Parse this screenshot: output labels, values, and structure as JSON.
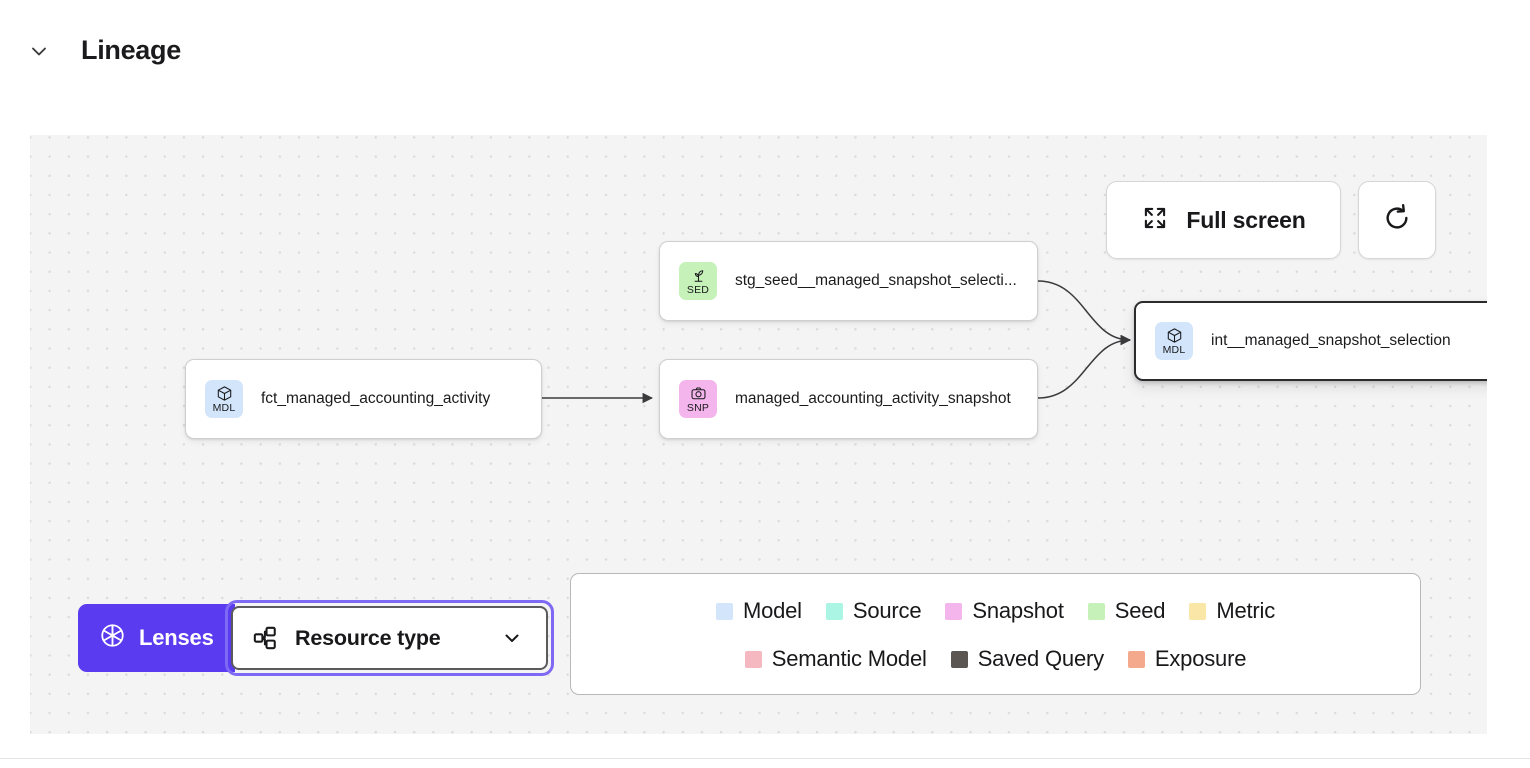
{
  "section": {
    "title": "Lineage",
    "collapse_icon": "chevron-down-icon"
  },
  "canvas": {
    "background_color": "#f4f4f4",
    "dot_color": "#dcdcdc",
    "toolbar": {
      "fullscreen_label": "Full screen",
      "fullscreen_icon": "expand-icon",
      "refresh_icon": "refresh-icon"
    },
    "nodes": [
      {
        "id": "fct_managed_accounting_activity",
        "label": "fct_managed_accounting_activity",
        "badge_text": "MDL",
        "badge_icon": "cube-icon",
        "badge_color": "#d3e5fb",
        "resource_type": "Model",
        "selected": false
      },
      {
        "id": "stg_seed__managed_snapshot_selection",
        "label": "stg_seed__managed_snapshot_selecti...",
        "badge_text": "SED",
        "badge_icon": "sprout-icon",
        "badge_color": "#c6f2ba",
        "resource_type": "Seed",
        "selected": false
      },
      {
        "id": "managed_accounting_activity_snapshot",
        "label": "managed_accounting_activity_snapshot",
        "badge_text": "SNP",
        "badge_icon": "camera-icon",
        "badge_color": "#f4b5ec",
        "resource_type": "Snapshot",
        "selected": false
      },
      {
        "id": "int__managed_snapshot_selection",
        "label": "int__managed_snapshot_selection",
        "badge_text": "MDL",
        "badge_icon": "cube-icon",
        "badge_color": "#d3e5fb",
        "resource_type": "Model",
        "selected": true
      }
    ],
    "controls": {
      "lenses_label": "Lenses",
      "lenses_icon": "aperture-icon",
      "lenses_color": "#5a3bf0",
      "resource_type_label": "Resource type",
      "resource_type_icon": "hierarchy-icon",
      "resource_type_chevron": "chevron-down-icon",
      "resource_type_focused": true
    },
    "legend": {
      "row1": [
        {
          "label": "Model",
          "color": "#d3e5fb"
        },
        {
          "label": "Source",
          "color": "#aaf5e4"
        },
        {
          "label": "Snapshot",
          "color": "#f4b5ec"
        },
        {
          "label": "Seed",
          "color": "#c6f2ba"
        },
        {
          "label": "Metric",
          "color": "#fae7a8"
        }
      ],
      "row2": [
        {
          "label": "Semantic Model",
          "color": "#f5b8c0"
        },
        {
          "label": "Saved Query",
          "color": "#5b5651"
        },
        {
          "label": "Exposure",
          "color": "#f5a98c"
        }
      ]
    }
  }
}
